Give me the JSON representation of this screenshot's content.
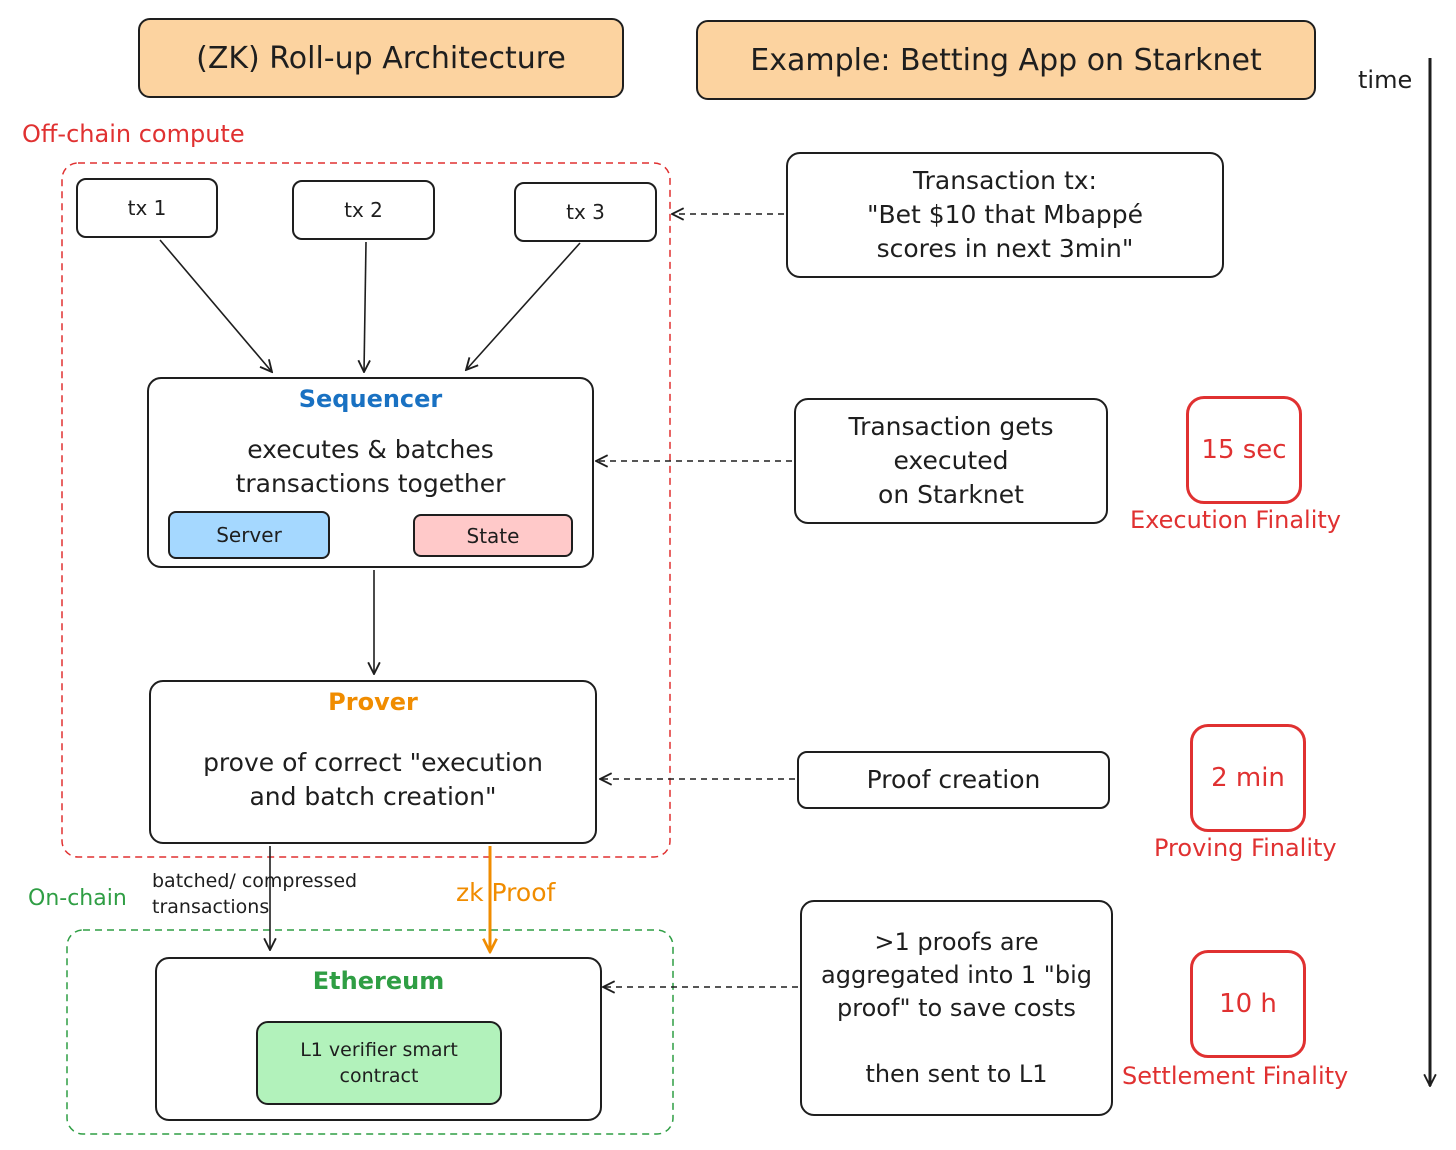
{
  "titles": {
    "architecture": "(ZK) Roll-up Architecture",
    "example": "Example: Betting App on Starknet"
  },
  "time_label": "time",
  "regions": {
    "offchain": "Off-chain compute",
    "onchain": "On-chain"
  },
  "transactions": [
    "tx 1",
    "tx 2",
    "tx 3"
  ],
  "sequencer": {
    "title": "Sequencer",
    "description": "executes & batches transactions together",
    "server": "Server",
    "state": "State"
  },
  "prover": {
    "title": "Prover",
    "description": "prove of correct \"execution and batch creation\""
  },
  "flows": {
    "batched": "batched/ compressed transactions",
    "zkproof": "zk Proof"
  },
  "ethereum": {
    "title": "Ethereum",
    "verifier": "L1 verifier smart contract"
  },
  "notes": {
    "tx": "Transaction tx:\n\"Bet $10 that Mbappé\nscores in next 3min\"",
    "executed": "Transaction gets\nexecuted\non Starknet",
    "proof": "Proof creation",
    "aggregate": ">1 proofs are\naggregated into 1 \"big\nproof\" to save costs\n\nthen sent to L1"
  },
  "finality": [
    {
      "time": "15 sec",
      "label": "Execution Finality"
    },
    {
      "time": "2 min",
      "label": "Proving Finality"
    },
    {
      "time": "10 h",
      "label": "Settlement Finality"
    }
  ],
  "colors": {
    "title_fill": "#fcd3a0",
    "offchain": "#e03131",
    "onchain": "#2f9e44",
    "sequencer": "#1971c2",
    "prover": "#f08c00",
    "ethereum": "#2f9e44",
    "server_fill": "#a5d8ff",
    "state_fill": "#ffc9c9",
    "verifier_fill": "#b2f2bb"
  }
}
